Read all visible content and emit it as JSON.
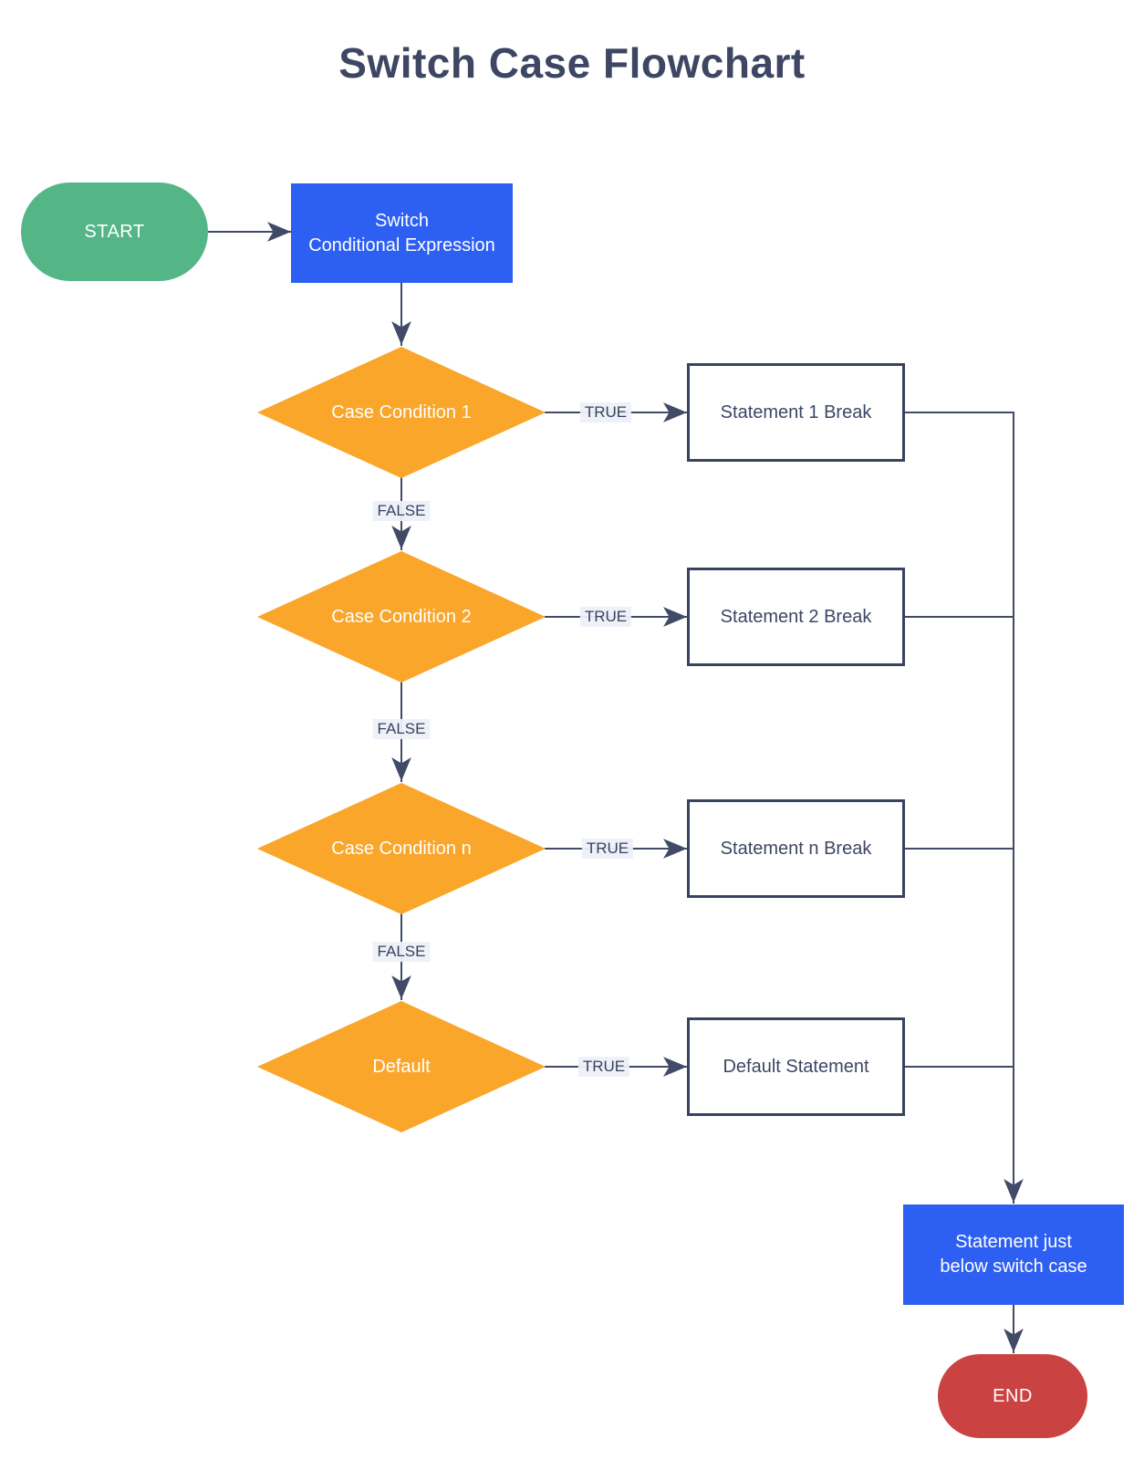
{
  "flowchart": {
    "title": "Switch Case Flowchart",
    "start_label": "START",
    "switch_node": {
      "line1": "Switch",
      "line2": "Conditional Expression"
    },
    "conditions": [
      "Case Condition 1",
      "Case Condition 2",
      "Case Condition n",
      "Default"
    ],
    "statements": [
      "Statement 1 Break",
      "Statement 2 Break",
      "Statement n Break",
      "Default Statement"
    ],
    "true_label": "TRUE",
    "false_label": "FALSE",
    "below_node": {
      "line1": "Statement just",
      "line2": "below switch case"
    },
    "end_label": "END",
    "colors": {
      "start_fill": "#54B687",
      "process_fill": "#2D5FF2",
      "decision_fill": "#F9A62B",
      "end_fill": "#CB4242",
      "connector": "#414A66",
      "statement_border": "#39425F",
      "title_text": "#3D4663",
      "edge_label_bg": "#EDF0F8"
    },
    "edges": [
      {
        "from": "START",
        "to": "Switch Conditional Expression",
        "label": ""
      },
      {
        "from": "Switch Conditional Expression",
        "to": "Case Condition 1",
        "label": ""
      },
      {
        "from": "Case Condition 1",
        "to": "Statement 1 Break",
        "label": "TRUE"
      },
      {
        "from": "Case Condition 1",
        "to": "Case Condition 2",
        "label": "FALSE"
      },
      {
        "from": "Case Condition 2",
        "to": "Statement 2 Break",
        "label": "TRUE"
      },
      {
        "from": "Case Condition 2",
        "to": "Case Condition n",
        "label": "FALSE"
      },
      {
        "from": "Case Condition n",
        "to": "Statement n Break",
        "label": "TRUE"
      },
      {
        "from": "Case Condition n",
        "to": "Default",
        "label": "FALSE"
      },
      {
        "from": "Default",
        "to": "Default Statement",
        "label": "TRUE"
      },
      {
        "from": "Statement 1 Break",
        "to": "Statement just below switch case",
        "label": ""
      },
      {
        "from": "Statement 2 Break",
        "to": "Statement just below switch case",
        "label": ""
      },
      {
        "from": "Statement n Break",
        "to": "Statement just below switch case",
        "label": ""
      },
      {
        "from": "Default Statement",
        "to": "Statement just below switch case",
        "label": ""
      },
      {
        "from": "Statement just below switch case",
        "to": "END",
        "label": ""
      }
    ]
  }
}
